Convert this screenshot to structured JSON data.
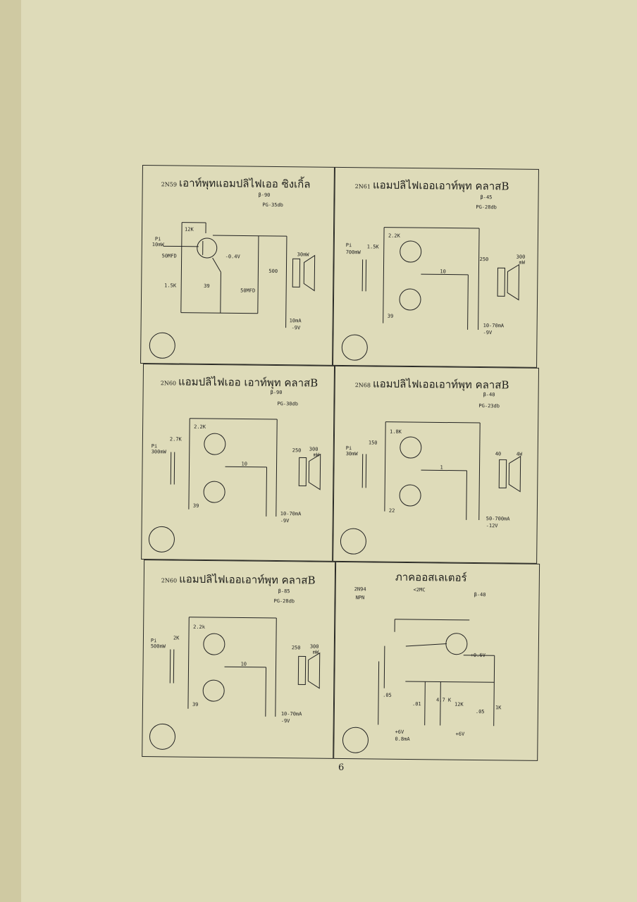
{
  "page_number": "6",
  "panels": [
    {
      "code": "2N59",
      "title": "เอาท์พุทแอมปลิไฟเออ ซิงเกิ้ล",
      "beta": "β-90",
      "pg": "PG-35db",
      "labels": {
        "input": "Pi",
        "input_level": "10mW",
        "cap_in": "50MFD",
        "r_top": "12K",
        "r_bot": "1.5K",
        "r_emit": "39",
        "cap_emit": "50MFD",
        "bias": "-0.4V",
        "tx": "500",
        "load": "30mW",
        "current": "10mA",
        "supply": "-9V"
      }
    },
    {
      "code": "2N61",
      "title": "แอมปลิไฟเออเอาท์พุท คลาสB",
      "beta": "β-45",
      "pg": "PG-28db",
      "labels": {
        "input": "Pi",
        "input_level": "700mW",
        "r_in": "1.5K",
        "r_top": "2.2K",
        "r_bot": "39",
        "r_mid": "10",
        "tx": "250",
        "load": "300",
        "load_unit": "mW",
        "current": "10-70mA",
        "supply": "-9V"
      }
    },
    {
      "code": "2N60",
      "title": "แอมปลิไฟเออ เอาท์พุท คลาสB",
      "beta": "β-90",
      "pg": "PG-30db",
      "labels": {
        "input": "Pi",
        "input_level": "300mW",
        "r_in": "2.7K",
        "r_top": "2.2K",
        "r_bot": "39",
        "r_mid": "10",
        "tx": "250",
        "load": "300",
        "load_unit": "mW",
        "current": "10-70mA",
        "supply": "-9V"
      }
    },
    {
      "code": "2N68",
      "title": "แอมปลิไฟเออเอาท์พุท คลาสB",
      "beta": "β-40",
      "pg": "PG-23db",
      "labels": {
        "input": "Pi",
        "input_level": "30mW",
        "r_in": "150",
        "r_top": "1.8K",
        "r_bot": "22",
        "r_mid": "1",
        "tx": "40",
        "load": "4W",
        "current": "50-700mA",
        "supply": "-12V"
      }
    },
    {
      "code": "2N60",
      "title": "แอมปลิไฟเออเอาท์พุท คลาสB",
      "beta": "β-85",
      "pg": "PG-28db",
      "labels": {
        "input": "Pi",
        "input_level": "500mW",
        "r_in": "2K",
        "r_top": "2.2k",
        "r_bot": "39",
        "r_mid": "10",
        "tx": "250",
        "load": "300",
        "load_unit": "mW",
        "current": "10-70mA",
        "supply": "-9V"
      }
    },
    {
      "code": "2N94",
      "title": "ภาคออสเลเตอร์",
      "type": "NPN",
      "freq": "<2MC",
      "beta": "β-40",
      "labels": {
        "bias": "+0.6V",
        "c1": ".05",
        "c2": ".01",
        "r1": "4.7 K",
        "r2": "12K",
        "c3": ".05",
        "r3": "1K",
        "v1": "+6V",
        "i1": "0.8mA",
        "v2": "+6V"
      }
    }
  ]
}
